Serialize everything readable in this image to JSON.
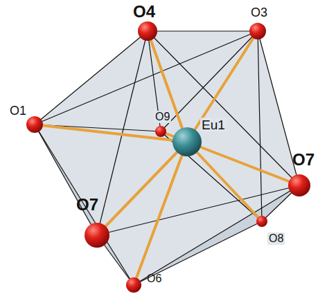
{
  "diagram": {
    "labels": [
      "O4",
      "O3",
      "O1",
      "O9",
      "Eu1",
      "O7",
      "O7",
      "O8",
      "O6"
    ]
  }
}
